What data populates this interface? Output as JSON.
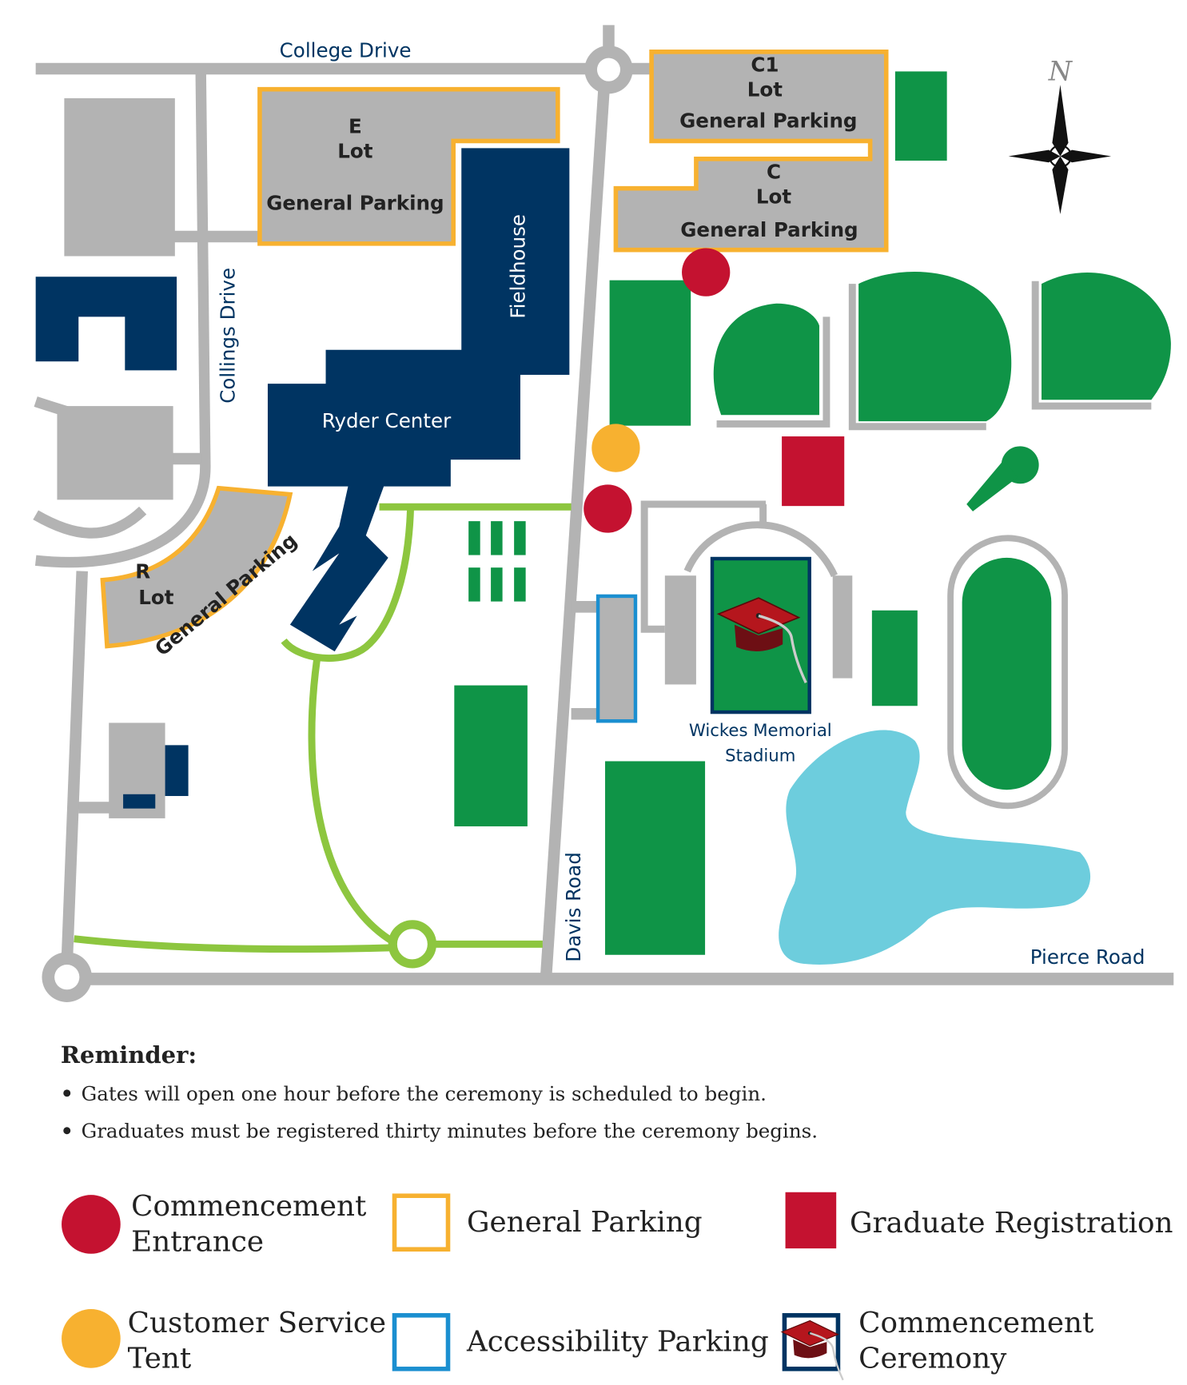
{
  "map": {
    "roads": {
      "college_drive": "College Drive",
      "collings_drive": "Collings Drive",
      "davis_road": "Davis Road",
      "pierce_road": "Pierce Road"
    },
    "lots": {
      "e_lot": {
        "name": "E",
        "lot": "Lot",
        "type": "General Parking"
      },
      "c1_lot": {
        "name": "C1",
        "lot": "Lot",
        "type": "General Parking"
      },
      "c_lot": {
        "name": "C",
        "lot": "Lot",
        "type": "General Parking"
      },
      "r_lot": {
        "name": "R",
        "lot": "Lot",
        "type": "General Parking"
      }
    },
    "buildings": {
      "fieldhouse": "Fieldhouse",
      "ryder_center": "Ryder Center",
      "stadium_line1": "Wickes Memorial",
      "stadium_line2": "Stadium"
    },
    "compass": "N",
    "colors": {
      "road": "#b3b3b3",
      "building": "#003462",
      "field": "#0f9447",
      "parking_outline": "#f7b130",
      "accessibility": "#1b8fd0",
      "entrance": "#c41230",
      "water": "#6dcddd",
      "path": "#8dc63f"
    }
  },
  "reminder": {
    "title": "Reminder:",
    "items": [
      "Gates will open one hour before the ceremony is scheduled to begin.",
      "Graduates must be registered thirty minutes before the ceremony begins."
    ]
  },
  "legend": {
    "entrance": [
      "Commencement",
      "Entrance"
    ],
    "parking": "General Parking",
    "registration": "Graduate Registration",
    "tent": [
      "Customer Service",
      "Tent"
    ],
    "accessibility": "Accessibility Parking",
    "ceremony": [
      "Commencement",
      "Ceremony"
    ]
  }
}
